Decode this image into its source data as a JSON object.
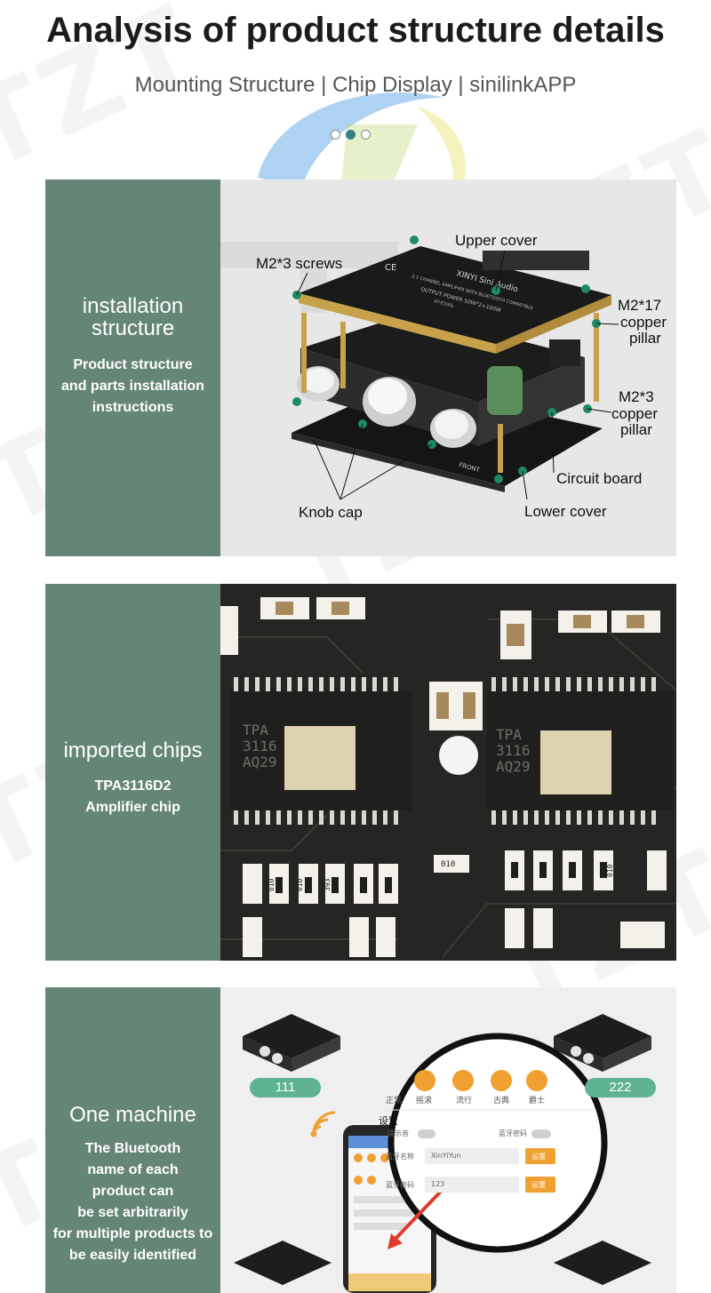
{
  "header": {
    "title": "Analysis of product structure details",
    "subtitle": "Mounting Structure | Chip Display | sinilinkAPP",
    "carousel": {
      "count": 3,
      "active_index": 1
    }
  },
  "watermark": "TZT",
  "sections": {
    "installation": {
      "title_line1": "installation",
      "title_line2": "structure",
      "desc_line1": "Product structure",
      "desc_line2": "and parts installation",
      "desc_line3": "instructions",
      "labels": {
        "upper_cover": "Upper cover",
        "screws": "M2*3 screws",
        "pillar17_line1": "M2*17",
        "pillar17_line2": "copper",
        "pillar17_line3": "pillar",
        "pillar3_line1": "M2*3",
        "pillar3_line2": "copper",
        "pillar3_line3": "pillar",
        "circuit_board": "Circuit board",
        "knob_cap": "Knob cap",
        "lower_cover": "Lower cover"
      },
      "board_text": {
        "brand": "XINYI Sini Audio",
        "line1": "2.1 CHANNEL AMPLIFIER WITH BLUETOOTH COMPATIBLE",
        "line2": "OUTPUT POWER 50W*2+100W",
        "model": "XY-E100L",
        "front": "FRONT",
        "ce": "CE"
      }
    },
    "chips": {
      "title": "imported chips",
      "desc_line1": "TPA3116D2",
      "desc_line2": "Amplifier chip",
      "chip_labels": [
        {
          "line1": "TPA",
          "line2": "3116",
          "line3": "AQ29"
        },
        {
          "line1": "TPA",
          "line2": "3116",
          "line3": "AQ29"
        }
      ],
      "resistor_labels": [
        "010",
        "010",
        "393",
        "010",
        "010"
      ]
    },
    "app": {
      "title": "One machine",
      "desc_lines": [
        "The Bluetooth",
        "name of each",
        "product can",
        "be set arbitrarily",
        "for multiple products to",
        "be easily identified"
      ],
      "device_labels": [
        "111",
        "222"
      ],
      "app_screen": {
        "modes": [
          "正常",
          "摇滚",
          "流行",
          "古典",
          "爵士"
        ],
        "settings_title": "设置",
        "prompt_tone": "提示音",
        "bt_password": "蓝牙密码",
        "bt_name_label": "蓝牙名称",
        "bt_name_value": "XinYiYun",
        "pwd_label": "蓝牙密码",
        "pwd_value": "123",
        "set_btn": "设置"
      }
    }
  },
  "colors": {
    "panel": "#658676",
    "accent": "#3a7f86",
    "pill": "#5fb391",
    "orange": "#f0a030",
    "board_dark": "#1f1f1f",
    "copper": "#c8a24a"
  }
}
